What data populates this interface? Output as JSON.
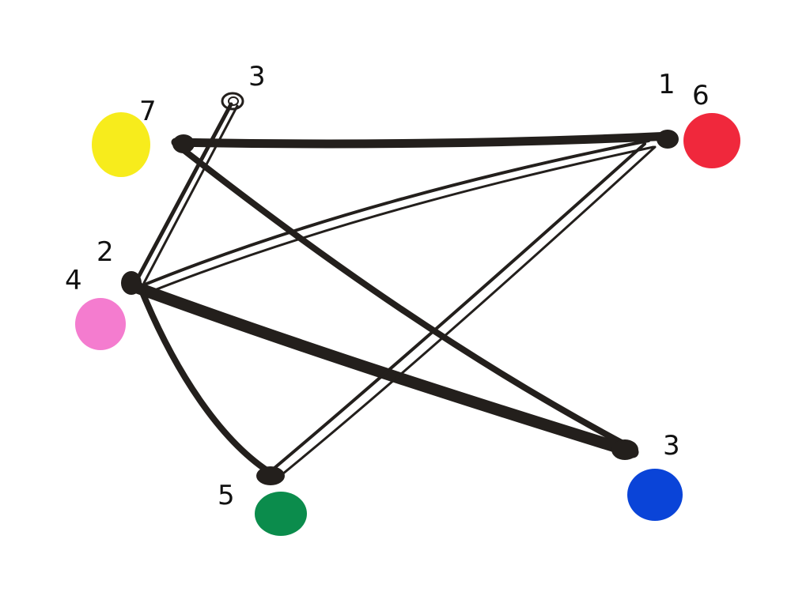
{
  "diagram": {
    "labels": {
      "top_small": "3",
      "left_top": "7",
      "mid_left_outer": "4",
      "mid_left_inner": "2",
      "top_right_left": "1",
      "top_right_right": "6",
      "bottom_right": "3",
      "bottom_left": "5"
    },
    "dots": [
      {
        "name": "yellow-dot",
        "color": "#f7ec1c"
      },
      {
        "name": "red-dot",
        "color": "#f0283c"
      },
      {
        "name": "pink-dot",
        "color": "#f47ccf"
      },
      {
        "name": "green-dot",
        "color": "#0b8c4c"
      },
      {
        "name": "blue-dot",
        "color": "#0a44d8"
      }
    ],
    "edges": [
      {
        "name": "edge-7-1",
        "weight": "thick"
      },
      {
        "name": "edge-7-3",
        "weight": "medium"
      },
      {
        "name": "edge-2-top3",
        "weight": "thin"
      },
      {
        "name": "edge-2-1",
        "weight": "thin"
      },
      {
        "name": "edge-2-3",
        "weight": "thick"
      },
      {
        "name": "edge-2-5",
        "weight": "medium"
      },
      {
        "name": "edge-1-5",
        "weight": "thin"
      }
    ]
  }
}
